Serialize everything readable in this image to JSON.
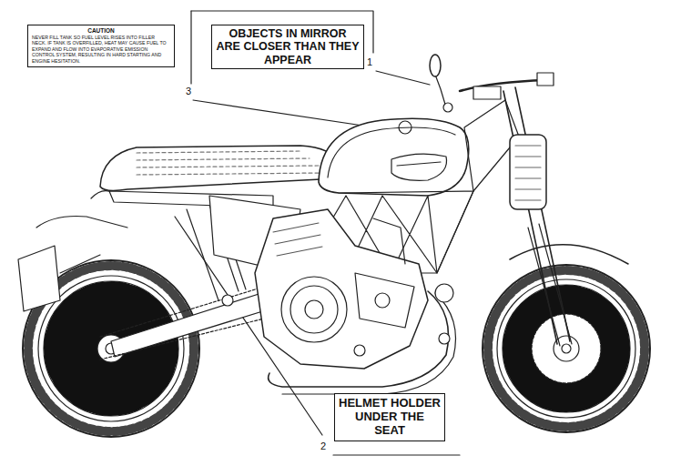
{
  "diagram": {
    "nodes": [
      {
        "text": [
          "CAUTION",
          "NEVER FILL TANK SO FUEL LEVEL RISES INTO FILLER NECK. IF TANK IS OVERFILLED, HEAT MAY CAUSE FUEL TO EXPAND AND FLOW INTO EVAPORATIVE EMISSION CONTROL SYSTEM, RESULTING IN HARD STARTING AND ENGINE HESITATION."
        ]
      },
      {
        "text": [
          "OBJECTS IN MIRROR ARE CLOSER THAN THEY APPEAR"
        ]
      },
      {
        "text": [
          "HELMET HOLDER UNDER THE SEAT"
        ]
      }
    ],
    "labels": [
      "1",
      "3",
      "2"
    ]
  }
}
